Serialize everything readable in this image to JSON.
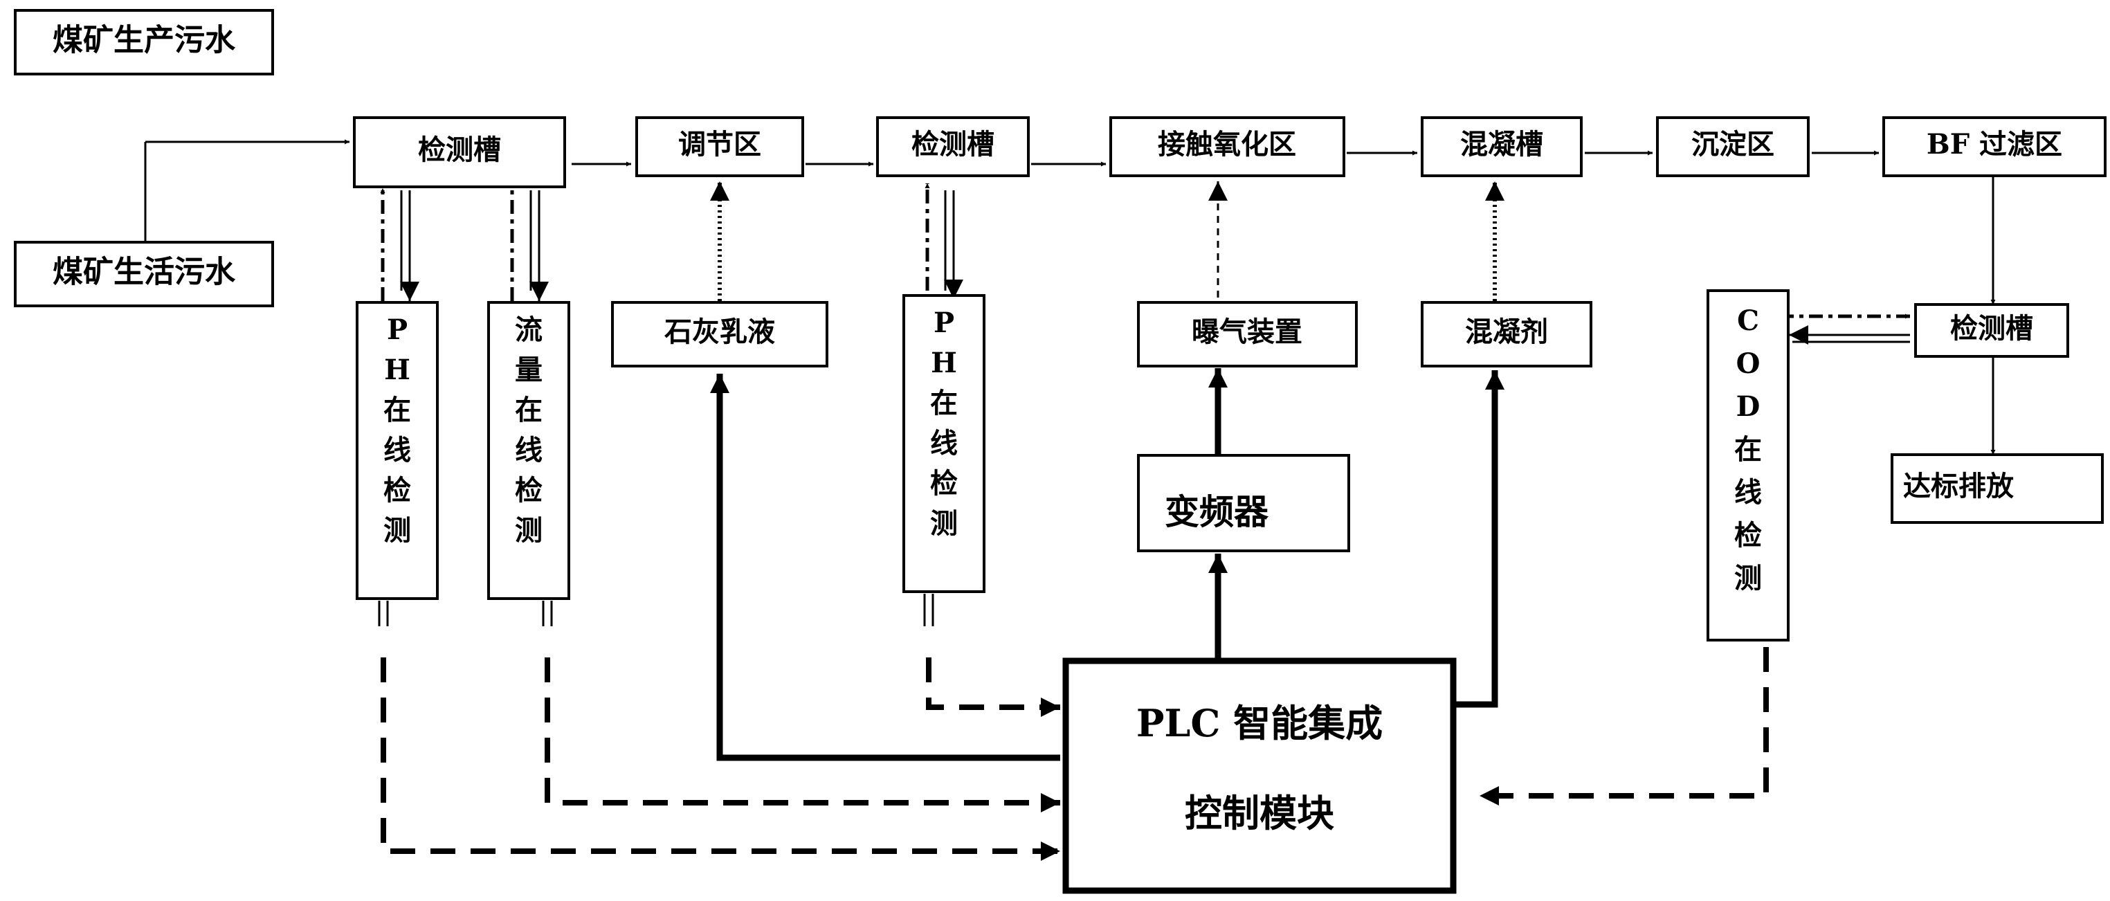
{
  "colors": {
    "stroke": "#000000",
    "background": "#ffffff"
  },
  "nodes": {
    "coal_production_wastewater": "煤矿生产污水",
    "coal_domestic_wastewater": "煤矿生活污水",
    "detection_tank_1": "检测槽",
    "regulating_zone": "调节区",
    "detection_tank_2": "检测槽",
    "contact_oxidation_zone": "接触氧化区",
    "coagulation_tank": "混凝槽",
    "sedimentation_zone": "沉淀区",
    "bf_filter_zone": "BF 过滤区",
    "ph_online_detection_1": "PH在线检测",
    "flow_online_detection": "流量在线检测",
    "lime_milk": "石灰乳液",
    "ph_online_detection_2": "PH在线检测",
    "aeration_device": "曝气装置",
    "coagulant": "混凝剂",
    "cod_online_detection": "COD在线检测",
    "detection_tank_3": "检测槽",
    "discharge_to_standard": "达标排放",
    "frequency_converter": "变频器",
    "plc_line1": "PLC 智能集成",
    "plc_line2": "控制模块"
  }
}
